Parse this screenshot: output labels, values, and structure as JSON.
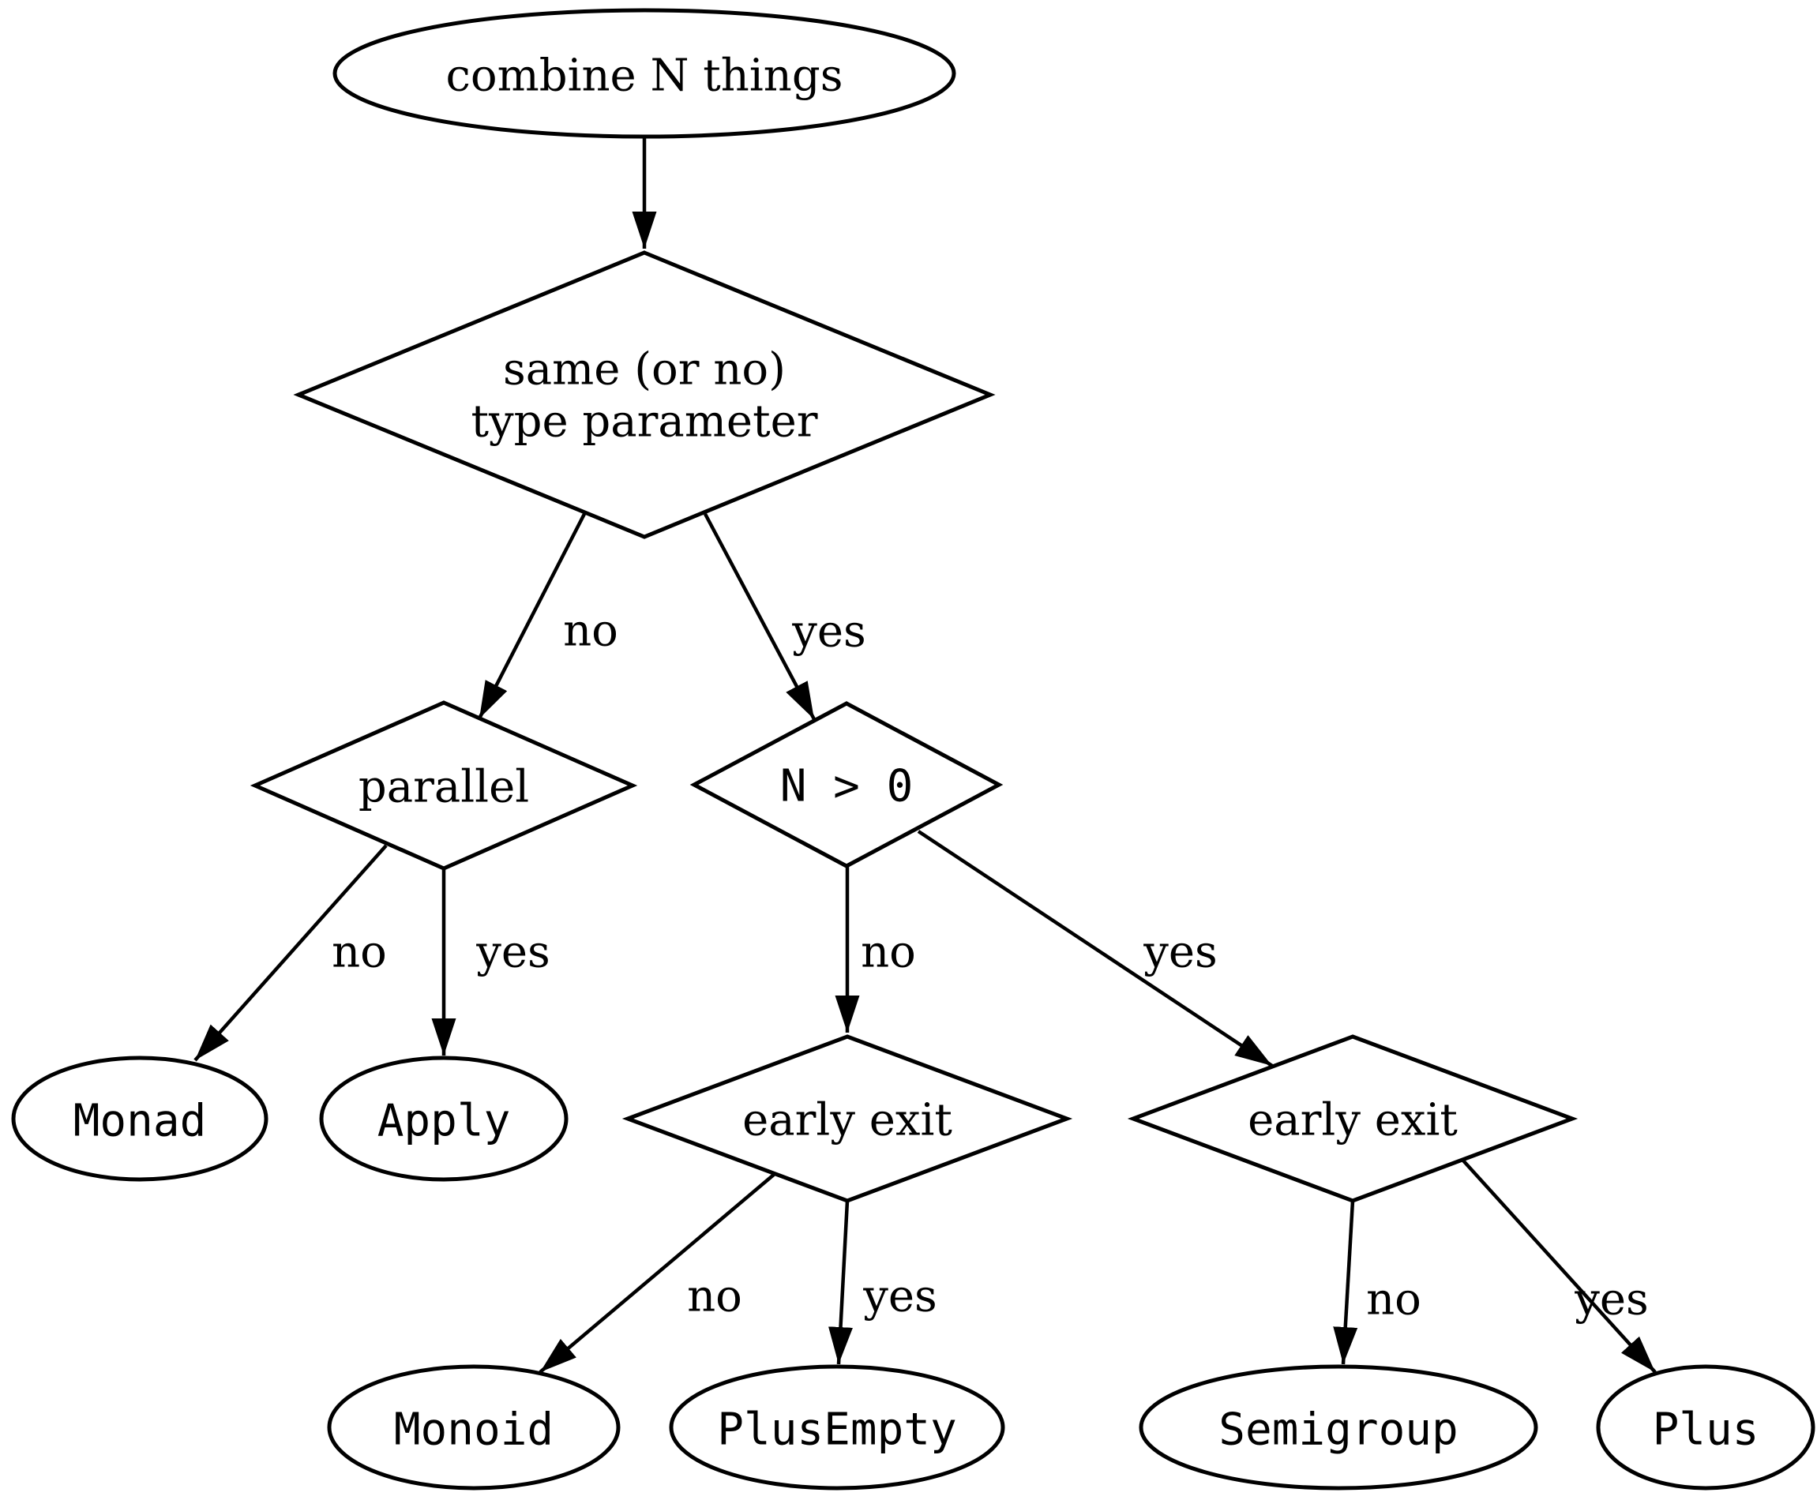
{
  "diagram": {
    "type": "flowchart-decision-tree",
    "background_color": "#ffffff",
    "stroke_color": "#000000",
    "nodes": [
      {
        "id": "combine",
        "shape": "ellipse",
        "font": "serif",
        "label": "combine N things"
      },
      {
        "id": "type-parameter",
        "shape": "diamond",
        "font": "serif",
        "label_line1": "same (or no)",
        "label_line2": "type parameter"
      },
      {
        "id": "parallel",
        "shape": "diamond",
        "font": "serif",
        "label": "parallel"
      },
      {
        "id": "n-greater-0",
        "shape": "diamond",
        "font": "mono",
        "label": "N > 0"
      },
      {
        "id": "early-exit-left",
        "shape": "diamond",
        "font": "serif",
        "label": "early exit"
      },
      {
        "id": "early-exit-right",
        "shape": "diamond",
        "font": "serif",
        "label": "early exit"
      },
      {
        "id": "monad",
        "shape": "ellipse",
        "font": "mono",
        "label": "Monad"
      },
      {
        "id": "apply",
        "shape": "ellipse",
        "font": "mono",
        "label": "Apply"
      },
      {
        "id": "monoid",
        "shape": "ellipse",
        "font": "mono",
        "label": "Monoid"
      },
      {
        "id": "plusempty",
        "shape": "ellipse",
        "font": "mono",
        "label": "PlusEmpty"
      },
      {
        "id": "semigroup",
        "shape": "ellipse",
        "font": "mono",
        "label": "Semigroup"
      },
      {
        "id": "plus",
        "shape": "ellipse",
        "font": "mono",
        "label": "Plus"
      }
    ],
    "edges": [
      {
        "from": "combine",
        "to": "type-parameter",
        "label": ""
      },
      {
        "from": "type-parameter",
        "to": "parallel",
        "label": "no"
      },
      {
        "from": "type-parameter",
        "to": "n-greater-0",
        "label": "yes"
      },
      {
        "from": "parallel",
        "to": "monad",
        "label": "no"
      },
      {
        "from": "parallel",
        "to": "apply",
        "label": "yes"
      },
      {
        "from": "n-greater-0",
        "to": "early-exit-left",
        "label": "no"
      },
      {
        "from": "n-greater-0",
        "to": "early-exit-right",
        "label": "yes"
      },
      {
        "from": "early-exit-left",
        "to": "monoid",
        "label": "no"
      },
      {
        "from": "early-exit-left",
        "to": "plusempty",
        "label": "yes"
      },
      {
        "from": "early-exit-right",
        "to": "semigroup",
        "label": "no"
      },
      {
        "from": "early-exit-right",
        "to": "plus",
        "label": "yes"
      }
    ]
  }
}
